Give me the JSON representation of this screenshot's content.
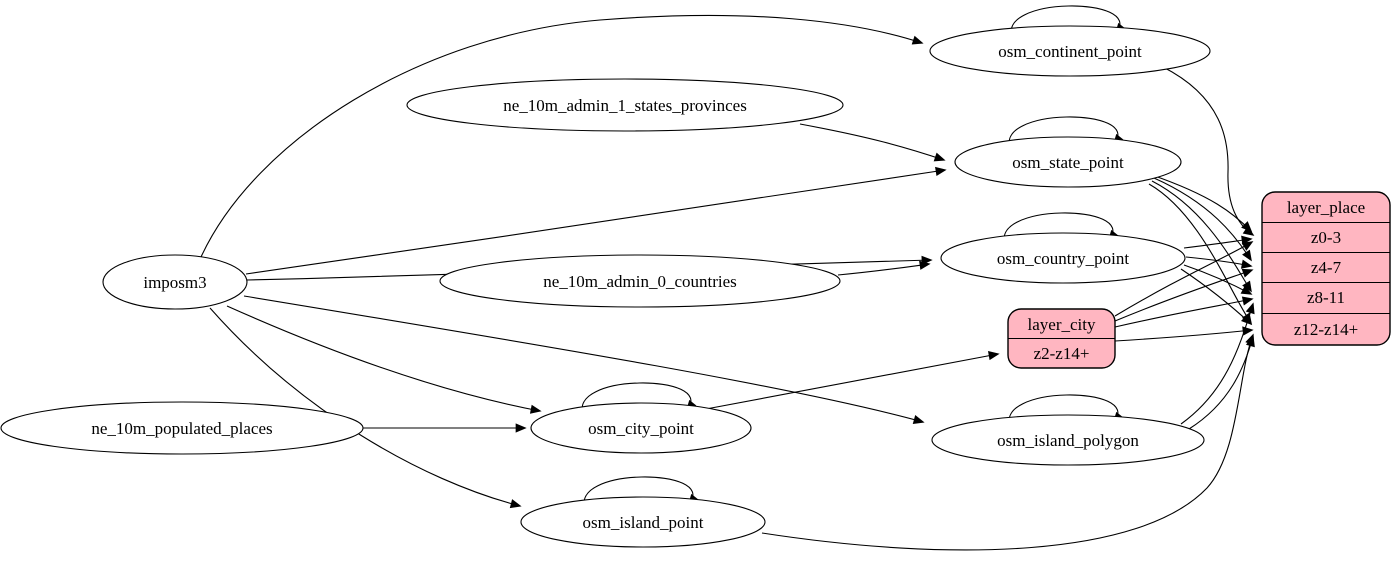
{
  "diagram": {
    "type": "etl-dependency-graph",
    "colors": {
      "record_fill": "#ffb6c1",
      "ellipse_fill": "#ffffff",
      "stroke": "#000000"
    },
    "nodes": {
      "imposm3": "imposm3",
      "ne_10m_admin_1_states_provinces": "ne_10m_admin_1_states_provinces",
      "ne_10m_admin_0_countries": "ne_10m_admin_0_countries",
      "ne_10m_populated_places": "ne_10m_populated_places",
      "osm_continent_point": "osm_continent_point",
      "osm_state_point": "osm_state_point",
      "osm_country_point": "osm_country_point",
      "osm_city_point": "osm_city_point",
      "osm_island_polygon": "osm_island_polygon",
      "osm_island_point": "osm_island_point"
    },
    "records": {
      "layer_city": {
        "title": "layer_city",
        "rows": [
          "z2-z14+"
        ]
      },
      "layer_place": {
        "title": "layer_place",
        "rows": [
          "z0-3",
          "z4-7",
          "z8-11",
          "z12-z14+"
        ]
      }
    },
    "edges": [
      {
        "from": "imposm3",
        "to": "osm_continent_point"
      },
      {
        "from": "imposm3",
        "to": "osm_state_point"
      },
      {
        "from": "imposm3",
        "to": "osm_country_point"
      },
      {
        "from": "imposm3",
        "to": "osm_city_point"
      },
      {
        "from": "imposm3",
        "to": "osm_island_polygon"
      },
      {
        "from": "imposm3",
        "to": "osm_island_point"
      },
      {
        "from": "ne_10m_admin_1_states_provinces",
        "to": "osm_state_point"
      },
      {
        "from": "ne_10m_admin_0_countries",
        "to": "osm_country_point"
      },
      {
        "from": "ne_10m_populated_places",
        "to": "osm_city_point"
      },
      {
        "from": "osm_continent_point",
        "to": "osm_continent_point"
      },
      {
        "from": "osm_state_point",
        "to": "osm_state_point"
      },
      {
        "from": "osm_country_point",
        "to": "osm_country_point"
      },
      {
        "from": "osm_city_point",
        "to": "osm_city_point"
      },
      {
        "from": "osm_island_polygon",
        "to": "osm_island_polygon"
      },
      {
        "from": "osm_island_point",
        "to": "osm_island_point"
      },
      {
        "from": "osm_city_point",
        "to": "layer_city:z2-z14+"
      },
      {
        "from": "osm_continent_point",
        "to": "layer_place:z0-3"
      },
      {
        "from": "osm_state_point",
        "to": "layer_place:z0-3"
      },
      {
        "from": "osm_state_point",
        "to": "layer_place:z4-7"
      },
      {
        "from": "osm_state_point",
        "to": "layer_place:z8-11"
      },
      {
        "from": "osm_state_point",
        "to": "layer_place:z12-z14+"
      },
      {
        "from": "osm_country_point",
        "to": "layer_place:z0-3"
      },
      {
        "from": "osm_country_point",
        "to": "layer_place:z4-7"
      },
      {
        "from": "osm_country_point",
        "to": "layer_place:z8-11"
      },
      {
        "from": "osm_country_point",
        "to": "layer_place:z12-z14+"
      },
      {
        "from": "layer_city",
        "to": "layer_place:z0-3"
      },
      {
        "from": "layer_city",
        "to": "layer_place:z4-7"
      },
      {
        "from": "layer_city",
        "to": "layer_place:z8-11"
      },
      {
        "from": "layer_city",
        "to": "layer_place:z12-z14+"
      },
      {
        "from": "osm_island_polygon",
        "to": "layer_place:z8-11"
      },
      {
        "from": "osm_island_polygon",
        "to": "layer_place:z12-z14+"
      },
      {
        "from": "osm_island_point",
        "to": "layer_place:z12-z14+"
      }
    ]
  }
}
